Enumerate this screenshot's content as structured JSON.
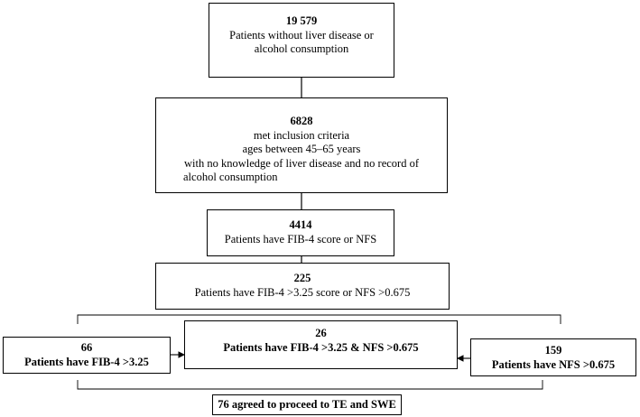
{
  "boxes": {
    "total": {
      "number": "19 579",
      "line1": "Patients without liver disease or",
      "line2": "alcohol consumption"
    },
    "inclusion": {
      "number": "6828",
      "line1": "met inclusion criteria",
      "line2": "ages between  45–65 years",
      "line3": "with no knowledge of liver disease and no record of",
      "line4": "alcohol consumption"
    },
    "scored": {
      "number": "4414",
      "line1": "Patients have FIB-4 score or NFS"
    },
    "elevated": {
      "number": "225",
      "line1": "Patients have FIB-4 >3.25 score or NFS >0.675"
    },
    "both": {
      "number": "26",
      "line1": "Patients have FIB-4 >3.25 & NFS >0.675"
    },
    "fib4": {
      "number": "66",
      "line1": "Patients have FIB-4 >3.25"
    },
    "nfs": {
      "number": "159",
      "line1": "Patients have NFS >0.675"
    },
    "agreed": {
      "label": "76 agreed to proceed to TE and SWE"
    }
  }
}
